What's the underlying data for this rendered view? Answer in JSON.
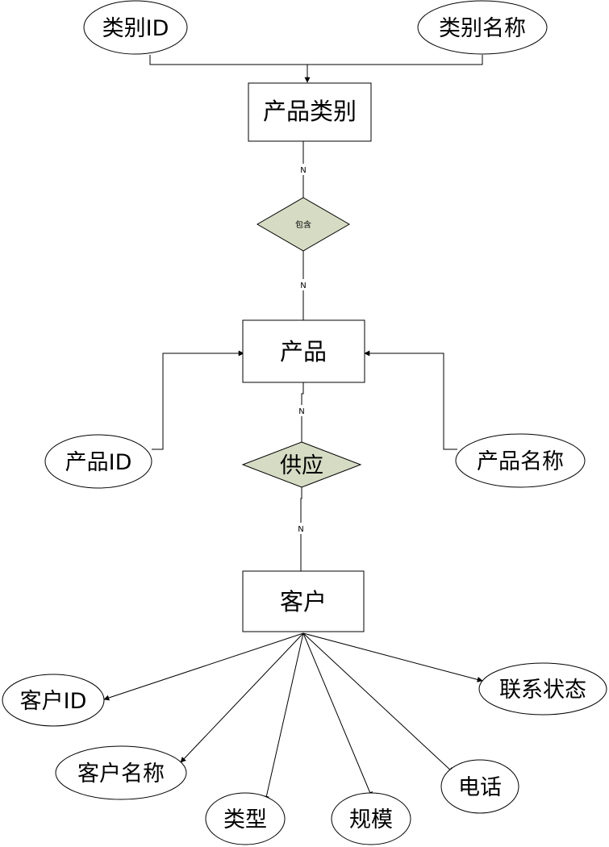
{
  "entities": {
    "category": "产品类别",
    "product": "产品",
    "customer": "客户"
  },
  "relationships": {
    "contains": "包含",
    "supply": "供应"
  },
  "attributes": {
    "category_id": "类别ID",
    "category_name": "类别名称",
    "product_id": "产品ID",
    "product_name": "产品名称",
    "customer_id": "客户ID",
    "customer_name": "客户名称",
    "customer_type": "类型",
    "customer_scale": "规模",
    "customer_phone": "电话",
    "customer_contact_status": "联系状态"
  },
  "cardinalities": {
    "category_contains": "N",
    "contains_product": "N",
    "product_supply": "N",
    "supply_customer": "N"
  },
  "colors": {
    "diamond_fill": "#d6dcc4",
    "stroke": "#000000"
  }
}
